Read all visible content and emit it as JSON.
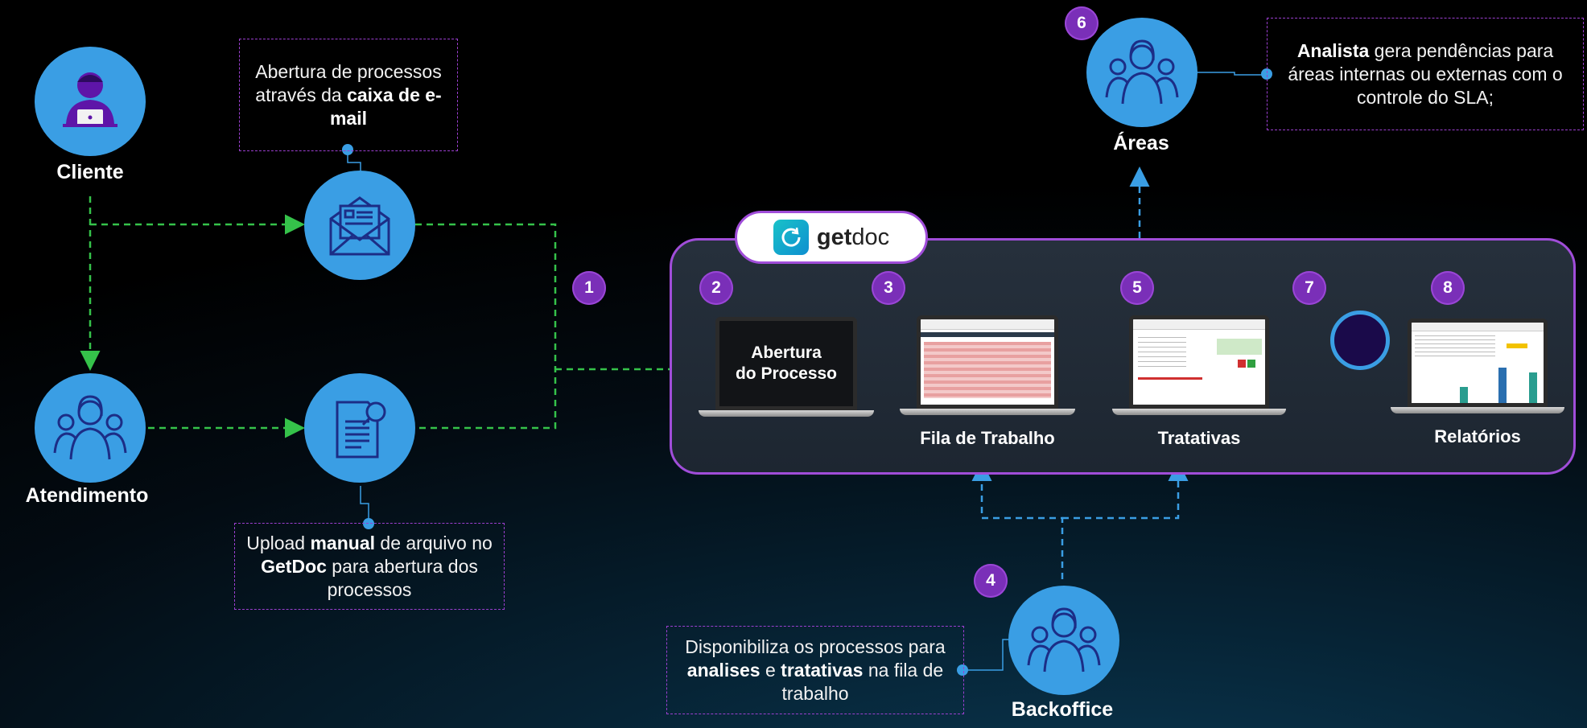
{
  "nodes": {
    "cliente": "Cliente",
    "atendimento": "Atendimento",
    "areas": "Áreas",
    "backoffice": "Backoffice"
  },
  "notes": {
    "email": {
      "pre": "Abertura de processos através da ",
      "bold": "caixa de e-mail",
      "post": ""
    },
    "upload": {
      "p1": "Upload ",
      "b1": "manual",
      "p2": " de arquivo no ",
      "b2": "GetDoc",
      "p3": " para abertura dos processos"
    },
    "analista": {
      "b1": "Analista",
      "p1": " gera pendências para áreas internas ou externas com o controle do SLA;"
    },
    "backoffice": {
      "p1": "Disponibiliza os processos para ",
      "b1": "analises",
      "p2": " e ",
      "b2": "tratativas",
      "p3": " na fila de trabalho"
    }
  },
  "badges": [
    "1",
    "2",
    "3",
    "4",
    "5",
    "6",
    "7",
    "8"
  ],
  "brand": {
    "bold": "get",
    "rest": "doc"
  },
  "panel": {
    "abertura_line1": "Abertura",
    "abertura_line2": "do Processo",
    "fila": "Fila de Trabalho",
    "tratativas": "Tratativas",
    "relatorios": "Relatórios"
  },
  "colors": {
    "node": "#3a9ee4",
    "green_flow": "#35c24a",
    "blue_flow": "#3a9ee4",
    "purple_flow": "#5a2be0",
    "accent_purple": "#a04dd9",
    "badge": "#7a2fb8"
  }
}
